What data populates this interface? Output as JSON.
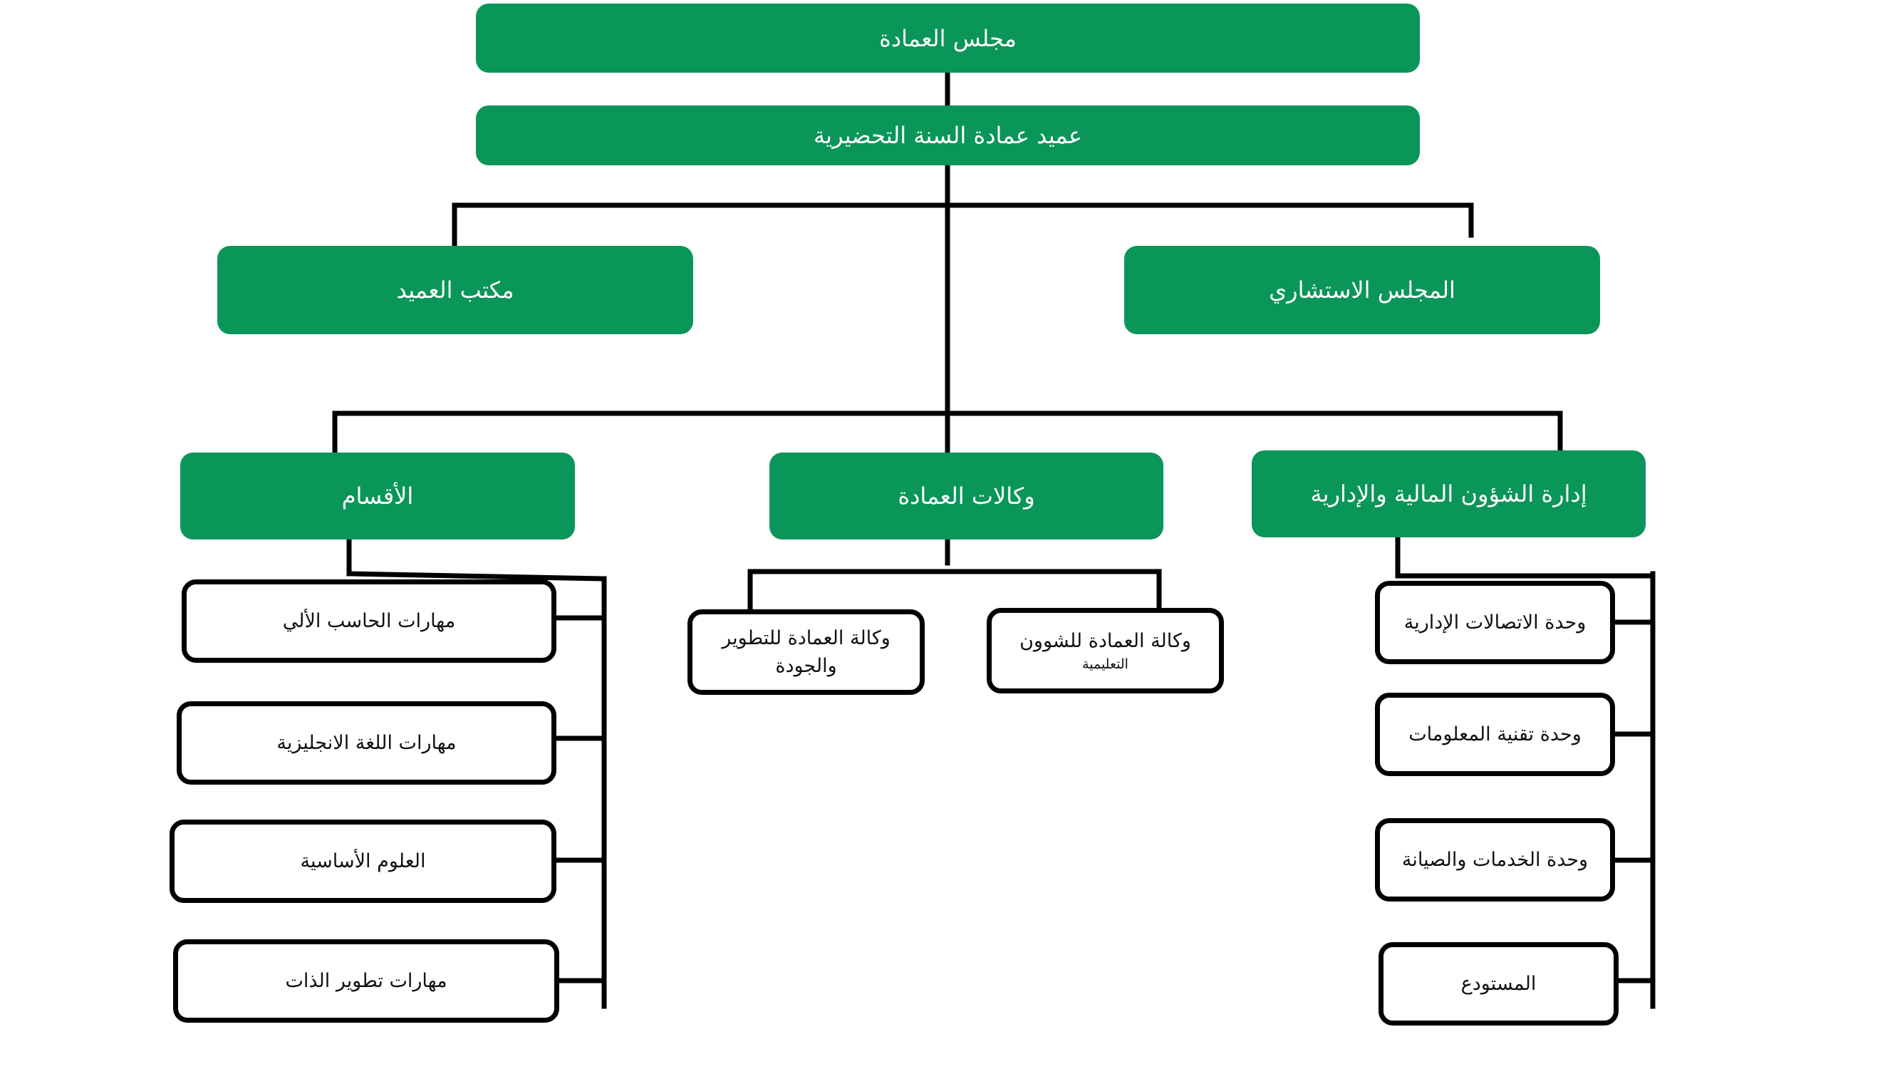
{
  "colors": {
    "green_box": "#0a9659",
    "connector": "#000000",
    "outlined_box_border": "#000000"
  },
  "nodes": {
    "deanship_council": "مجلس العمادة",
    "dean": "عميد عمادة السنة التحضيرية",
    "dean_office": "مكتب العميد",
    "advisory_council": "المجلس الاستشاري",
    "departments": "الأقسام",
    "vice_deanships": "وكالات العمادة",
    "financial_admin": "إدارة الشؤون المالية والإدارية",
    "departments_children": [
      "مهارات الحاسب الألي",
      "مهارات اللغة الانجليزية",
      "العلوم الأساسية",
      "مهارات تطوير الذات"
    ],
    "vice_development_quality": {
      "line1": "وكالة العمادة للتطوير",
      "line2": "والجودة"
    },
    "vice_educational_affairs": {
      "line1": "وكالة العمادة للشوون",
      "line2": "التعليمية"
    },
    "financial_admin_children": [
      "وحدة الاتصالات الإدارية",
      "وحدة تقنية المعلومات",
      "وحدة الخدمات والصيانة",
      "المستودع"
    ]
  }
}
